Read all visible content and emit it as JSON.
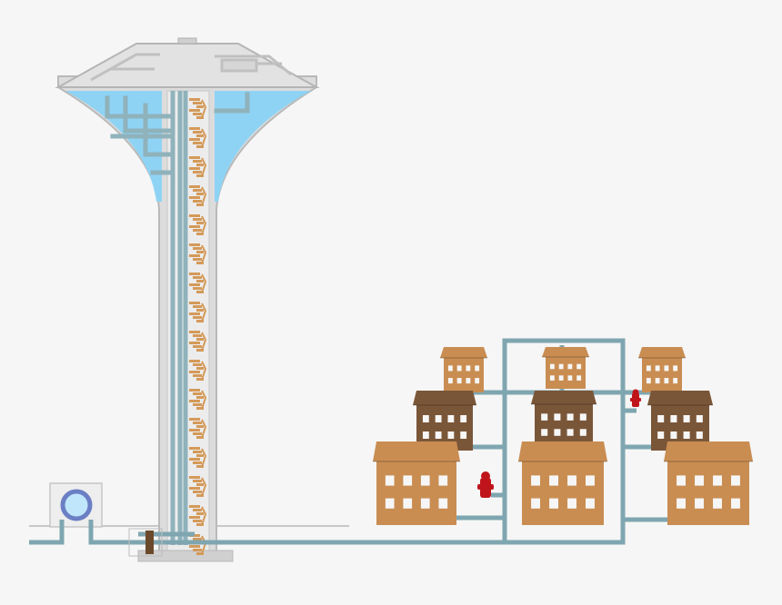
{
  "diagram": {
    "kind": "water-tower-distribution-illustration",
    "colors": {
      "background": "#f6f6f6",
      "tower_concrete": "#dcdcdc",
      "tower_outline": "#b9b9b9",
      "water": "#8fd3f4",
      "pipe": "#7fa6b0",
      "stair": "#d49a5a",
      "pump_ring": "#6b7fc4",
      "pump_center": "#bfe6fb",
      "house_light": "#c98d52",
      "house_dark": "#7a5638",
      "window": "#f6f6f6",
      "hydrant": "#c0141b",
      "valve": "#6b4a2b"
    },
    "components": [
      {
        "name": "water-tower",
        "icon": "water-tower-icon"
      },
      {
        "name": "water-tank",
        "icon": "tank-icon"
      },
      {
        "name": "pump-station",
        "icon": "pump-icon"
      },
      {
        "name": "main-valve",
        "icon": "valve-icon"
      },
      {
        "name": "house",
        "count": 9,
        "icon": "house-icon"
      },
      {
        "name": "fire-hydrant",
        "count": 2,
        "icon": "fire-hydrant-icon"
      }
    ]
  }
}
